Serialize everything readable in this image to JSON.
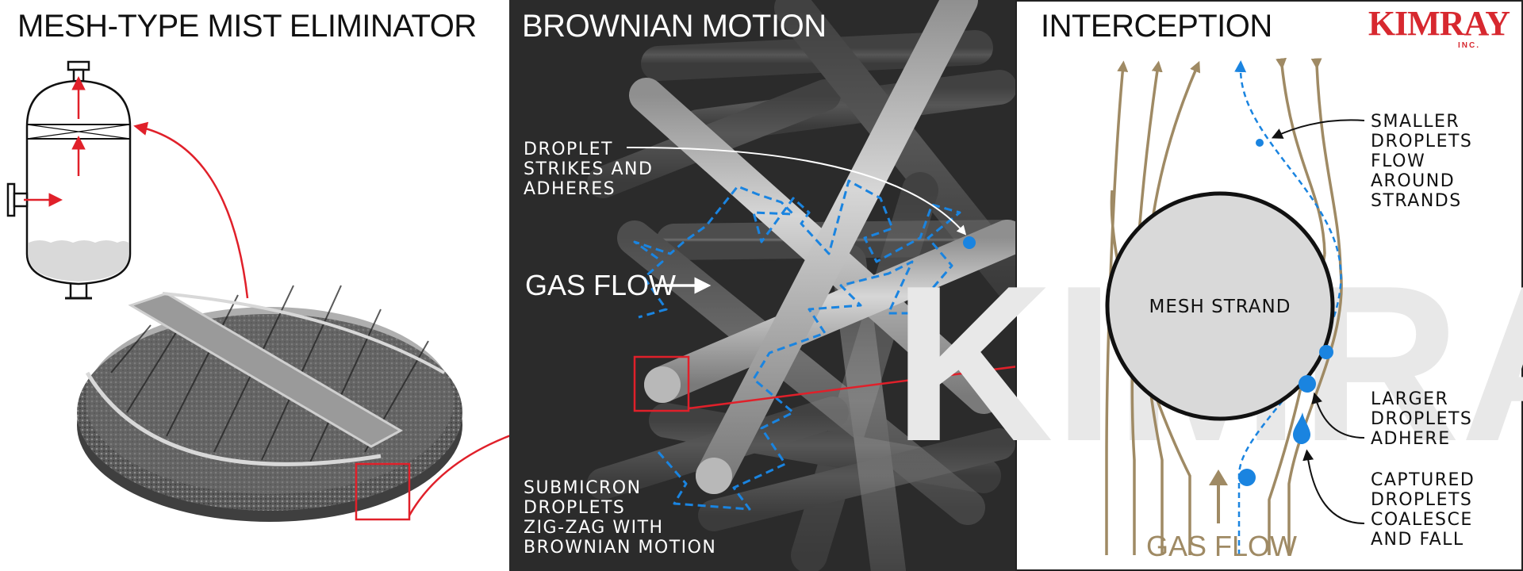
{
  "panels": {
    "left": {
      "title": "MESH-TYPE MIST ELIMINATOR"
    },
    "middle": {
      "title": "BROWNIAN MOTION",
      "droplet_label": [
        "DROPLET",
        "STRIKES AND",
        "ADHERES"
      ],
      "gas_flow_label": "GAS FLOW",
      "submicron_label": [
        "SUBMICRON",
        "DROPLETS",
        "ZIG-ZAG WITH",
        "BROWNIAN MOTION"
      ]
    },
    "right": {
      "title": "INTERCEPTION",
      "brand": "KIMRAY",
      "brand_sub": "INC.",
      "watermark": "KIMRAY",
      "strand_label": "MESH STRAND",
      "smaller_label": [
        "SMALLER",
        "DROPLETS",
        "FLOW",
        "AROUND",
        "STRANDS"
      ],
      "larger_label": [
        "LARGER",
        "DROPLETS",
        "ADHERE"
      ],
      "captured_label": [
        "CAPTURED",
        "DROPLETS",
        "COALESCE",
        "AND FALL"
      ],
      "gas_flow_label": "GAS FLOW"
    }
  },
  "colors": {
    "red": "#e0202a",
    "blue": "#1a84e0",
    "tan": "#9f8a64",
    "dark_panel": "#2b2b2b",
    "strand_fill": "#d9d9d9",
    "brand_red": "#d7282f"
  },
  "icons": [
    "arrow-up-icon",
    "arrow-right-icon",
    "droplet-icon"
  ]
}
